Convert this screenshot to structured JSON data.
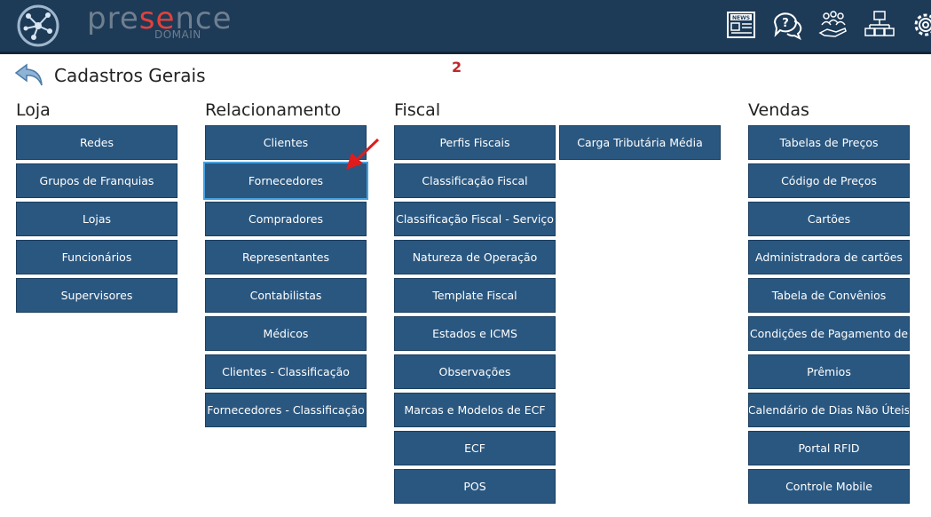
{
  "header": {
    "logo_main": "PRESENCE",
    "logo_sub": "DOMAIN",
    "icons": [
      "news-icon",
      "help-chat-icon",
      "users-hand-icon",
      "network-icon",
      "settings-icon"
    ],
    "news_label": "NEWS"
  },
  "page": {
    "title": "Cadastros Gerais",
    "marker": "2"
  },
  "sections": {
    "loja": {
      "title": "Loja",
      "items": [
        "Redes",
        "Grupos de Franquias",
        "Lojas",
        "Funcionários",
        "Supervisores"
      ]
    },
    "relacionamento": {
      "title": "Relacionamento",
      "items": [
        "Clientes",
        "Fornecedores",
        "Compradores",
        "Representantes",
        "Contabilistas",
        "Médicos",
        "Clientes - Classificação",
        "Fornecedores - Classificação"
      ]
    },
    "fiscal": {
      "title": "Fiscal",
      "items": [
        "Perfis Fiscais",
        "Classificação Fiscal",
        "Classificação Fiscal - Serviço",
        "Natureza de Operação",
        "Template Fiscal",
        "Estados e ICMS",
        "Observações",
        "Marcas e Modelos de ECF",
        "ECF",
        "POS"
      ],
      "extra": "Carga Tributária Média"
    },
    "vendas": {
      "title": "Vendas",
      "items": [
        "Tabelas de Preços",
        "Código de Preços",
        "Cartões",
        "Administradora de cartões",
        "Tabela de Convênios",
        "Condições de Pagamento de",
        "Prêmios",
        "Calendário de Dias Não Úteis",
        "Portal RFID",
        "Controle Mobile"
      ]
    }
  },
  "colors": {
    "header_bg": "#1d3a57",
    "button_bg": "#2a5780",
    "logo_accent": "#e2413b",
    "annotation_red": "#e01b1b"
  }
}
